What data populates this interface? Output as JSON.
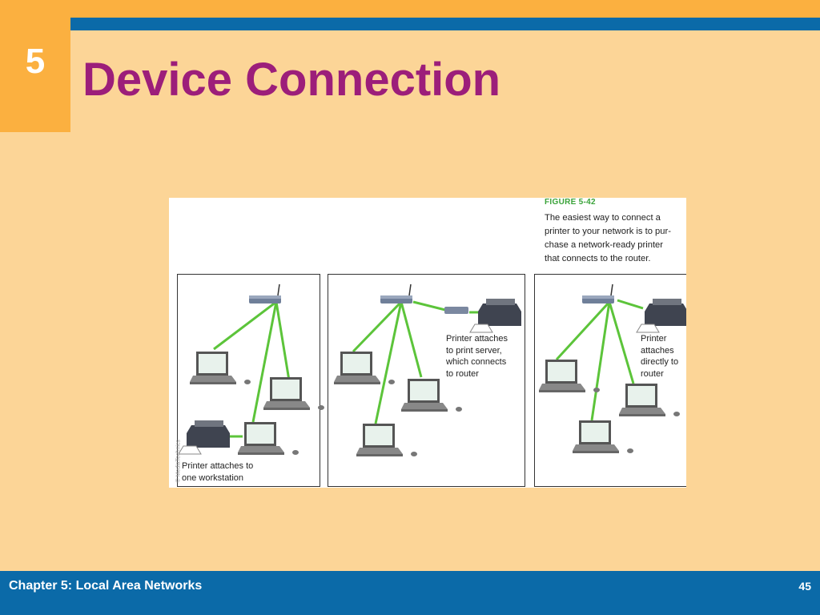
{
  "header": {
    "chapter_number": "5",
    "title": "Device Connection"
  },
  "figure": {
    "label": "FIGURE 5-42",
    "caption": "The easiest way to connect a\nprinter to your network is to pur-\nchase a network-ready printer\nthat connects to the router.",
    "credit": "© MediaTechnics",
    "panels": [
      {
        "text": "Printer attaches to\none workstation"
      },
      {
        "text": "Printer attaches\nto print server,\nwhich connects\nto router"
      },
      {
        "text": "Printer\nattaches\ndirectly to\nrouter"
      }
    ]
  },
  "footer": {
    "chapter_title": "Chapter 5: Local Area Networks",
    "page_number": "45"
  },
  "colors": {
    "background": "#fcd597",
    "accent_orange": "#fbb040",
    "accent_blue": "#0b6aa8",
    "title": "#9c1e7a",
    "network_link": "#5cc43a"
  }
}
